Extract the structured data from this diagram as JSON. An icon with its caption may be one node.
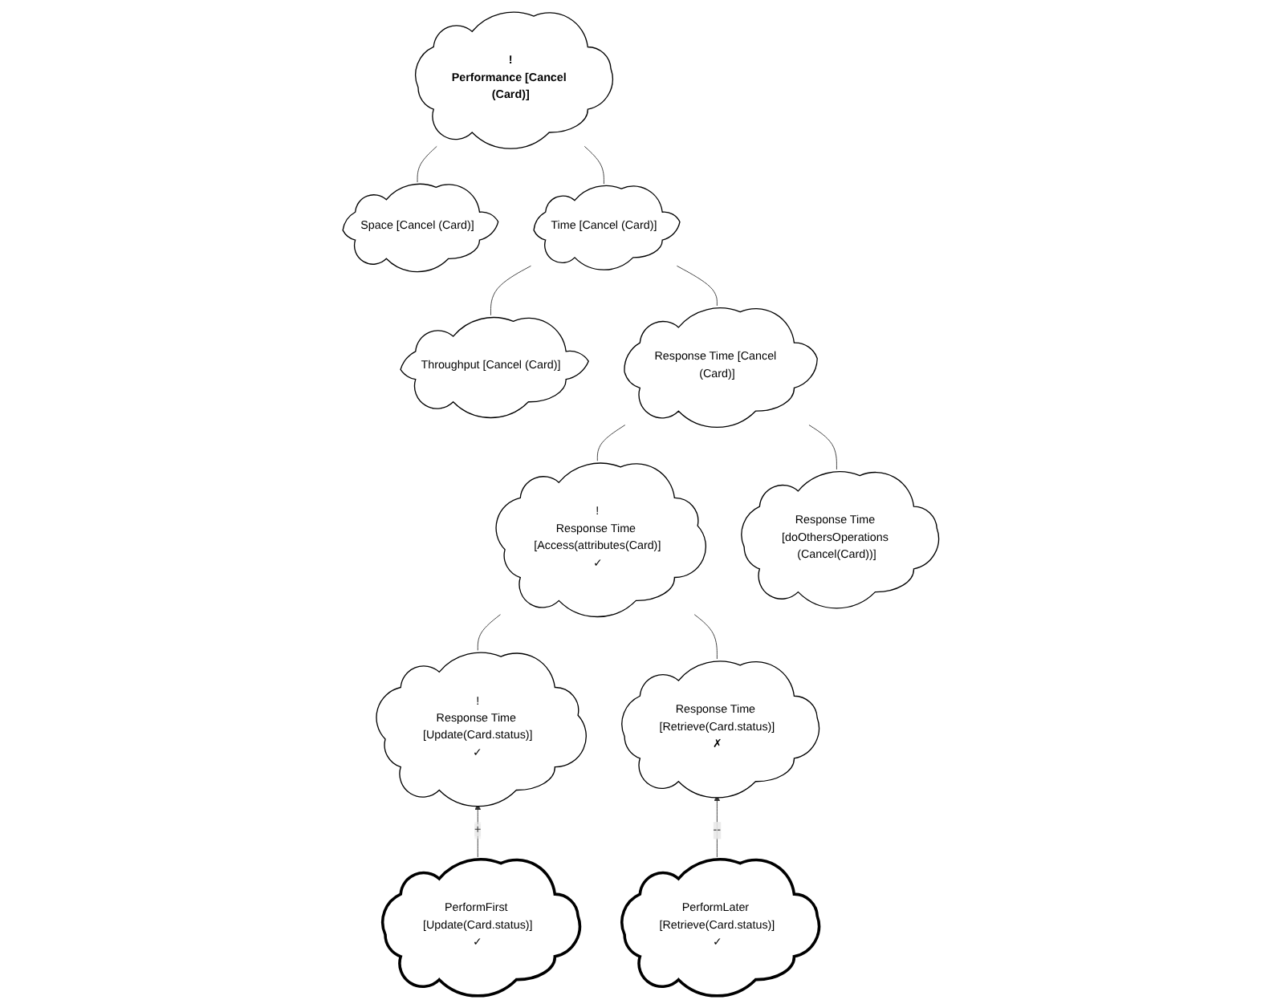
{
  "diagram": {
    "nodes": [
      {
        "text": [
          "!",
          "Performance [Cancel (Card)]"
        ]
      },
      {
        "text": [
          "Space [Cancel (Card)]"
        ]
      },
      {
        "text": [
          "Time [Cancel (Card)]"
        ]
      },
      {
        "text": [
          "Throughput [Cancel (Card)]"
        ]
      },
      {
        "text": [
          "Response Time [Cancel (Card)]"
        ]
      },
      {
        "text": [
          "!",
          "Response Time [Access(attributes(Card)]",
          "✓"
        ]
      },
      {
        "text": [
          "Response Time [doOthersOperations (Cancel(Card))]"
        ]
      },
      {
        "text": [
          "!",
          "Response Time [Update(Card.status)]",
          "✓"
        ]
      },
      {
        "text": [
          "Response Time [Retrieve(Card.status)]",
          "✗"
        ]
      },
      {
        "text": [
          "PerformFirst [Update(Card.status)]",
          "✓"
        ]
      },
      {
        "text": [
          "PerformLater [Retrieve(Card.status)]",
          "✓"
        ]
      }
    ],
    "edges": [
      {
        "from": 1,
        "to": 0,
        "arrow": "none"
      },
      {
        "from": 2,
        "to": 0,
        "arrow": "none"
      },
      {
        "from": 3,
        "to": 2,
        "arrow": "none"
      },
      {
        "from": 4,
        "to": 2,
        "arrow": "none"
      },
      {
        "from": 5,
        "to": 4,
        "arrow": "none"
      },
      {
        "from": 6,
        "to": 4,
        "arrow": "none"
      },
      {
        "from": 7,
        "to": 5,
        "arrow": "none"
      },
      {
        "from": 8,
        "to": 5,
        "arrow": "none"
      },
      {
        "from": 9,
        "to": 7,
        "arrow": "to",
        "label": "+"
      },
      {
        "from": 10,
        "to": 8,
        "arrow": "to",
        "label": "--"
      }
    ]
  }
}
